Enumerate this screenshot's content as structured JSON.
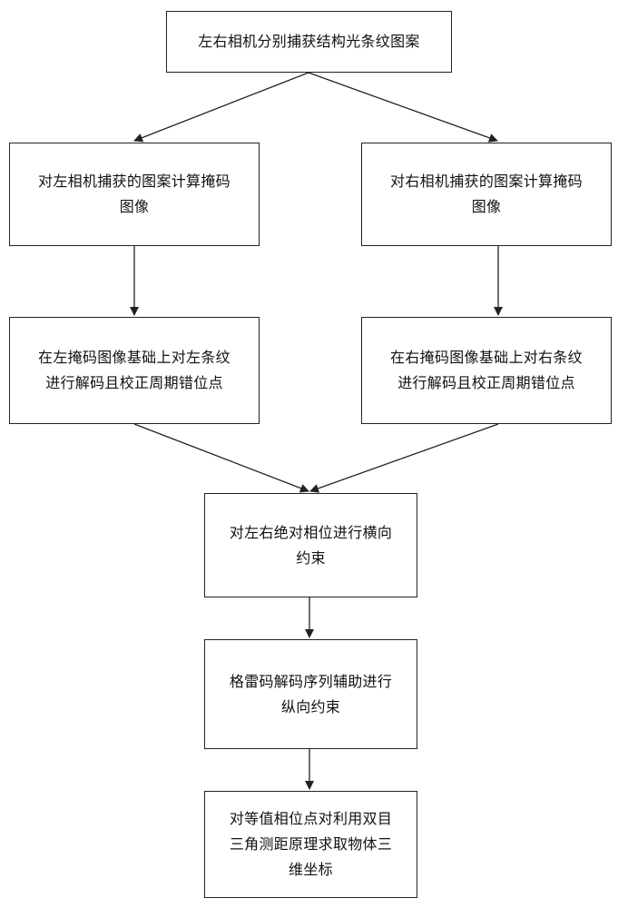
{
  "flowchart": {
    "start": "左右相机分别捕获结构光条纹图案",
    "left_mask": "对左相机捕获的图案计算掩码\n图像",
    "right_mask": "对右相机捕获的图案计算掩码\n图像",
    "left_decode": "在左掩码图像基础上对左条纹\n进行解码且校正周期错位点",
    "right_decode": "在右掩码图像基础上对右条纹\n进行解码且校正周期错位点",
    "horizontal_constraint": "对左右绝对相位进行横向\n约束",
    "vertical_constraint": "格雷码解码序列辅助进行\n纵向约束",
    "triangulation": "对等值相位点对利用双目\n三角测距原理求取物体三\n维坐标"
  }
}
